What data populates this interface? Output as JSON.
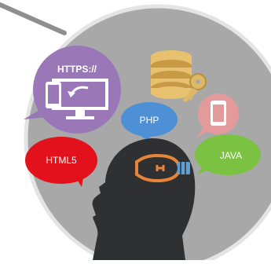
{
  "illustration": {
    "bubbles": {
      "https_label": "HTTPS://",
      "php_label": "PHP",
      "html5_label": "HTML5",
      "java_label": "JAVA"
    },
    "icons": {
      "monitor_devices": "monitor-with-phone-icon",
      "database_key": "database-with-key-icon",
      "tablet": "tablet-icon",
      "lightbulb": "lightbulb-icon",
      "head_profile": "head-silhouette-icon"
    },
    "colors": {
      "circle_fill": "#a8a8a8",
      "circle_border": "#e4e4e4",
      "https_bubble": "#9a78b8",
      "php_bubble": "#4e90d6",
      "html5_bubble": "#e3111b",
      "java_bubble": "#7cc242",
      "tablet_bubble": "#e39a9a",
      "db_gold": "#e8c170",
      "key_gold": "#ddb967",
      "head": "#2f3032",
      "bulb_outline": "#e8843a",
      "bulb_screw": "#5f9fd2"
    }
  }
}
